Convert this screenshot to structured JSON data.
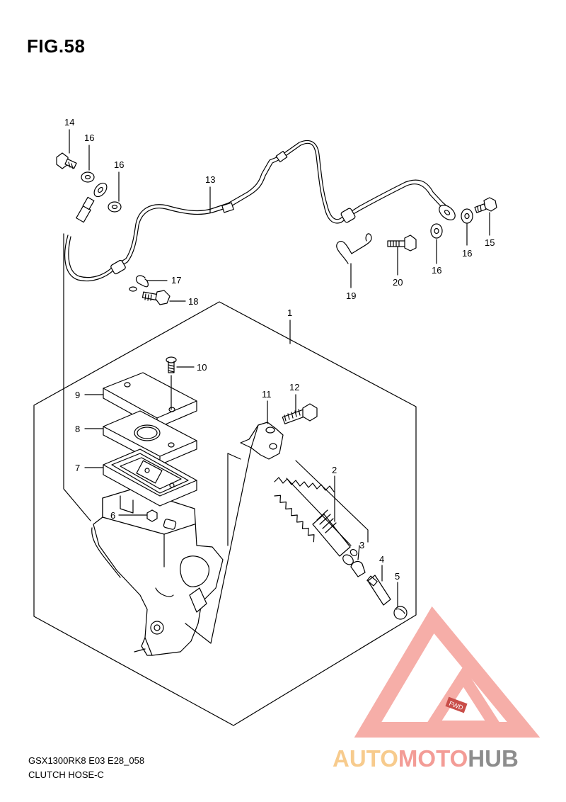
{
  "figure": {
    "title": "FIG.58",
    "code": "GSX1300RK8 E03 E28_058",
    "name": "CLUTCH HOSE-C"
  },
  "callouts": {
    "c1": "1",
    "c2": "2",
    "c3": "3",
    "c4": "4",
    "c5": "5",
    "c6": "6",
    "c7": "7",
    "c8": "8",
    "c9": "9",
    "c10": "10",
    "c11": "11",
    "c12": "12",
    "c13": "13",
    "c14": "14",
    "c15": "15",
    "c16a": "16",
    "c16b": "16",
    "c16c": "16",
    "c16d": "16",
    "c17": "17",
    "c18": "18",
    "c19": "19",
    "c20": "20"
  },
  "watermark": {
    "part1": "AUTO",
    "part2": "MOTO",
    "part3": "HUB",
    "badge": "FWD",
    "colors": {
      "auto": "#f6c27a",
      "moto": "#f28b84",
      "hub": "#7a7a7a",
      "triangle": "#f28b84"
    }
  }
}
